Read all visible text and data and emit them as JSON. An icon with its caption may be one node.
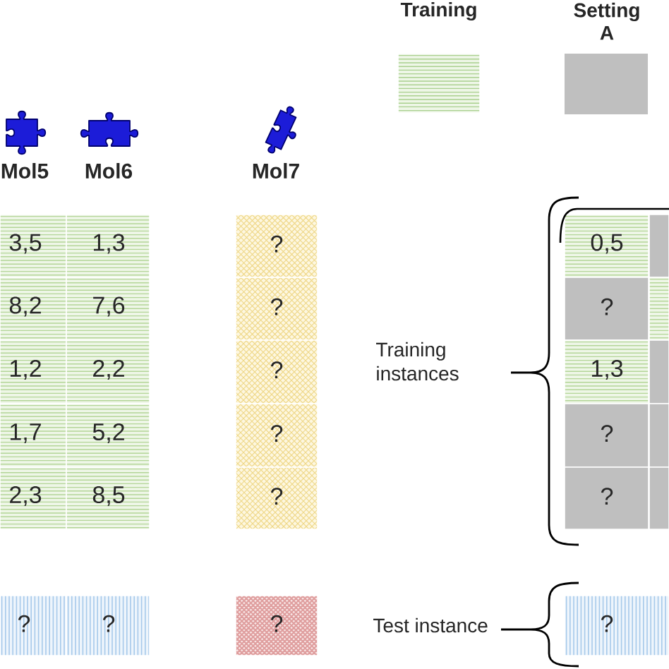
{
  "diagram": {
    "nodes": [
      {
        "text": [
          "3,5"
        ]
      },
      {
        "text": [
          "1,3"
        ]
      },
      {
        "text": [
          "?"
        ]
      },
      {
        "text": [
          "0,5"
        ]
      },
      {
        "text": [],
        "shape": "box"
      },
      {
        "text": [
          "8,2"
        ]
      },
      {
        "text": [
          "7,6"
        ]
      },
      {
        "text": [
          "?"
        ]
      },
      {
        "text": [
          "?"
        ]
      },
      {
        "text": [],
        "shape": "box"
      },
      {
        "text": [
          "1,2"
        ]
      },
      {
        "text": [
          "2,2"
        ]
      },
      {
        "text": [
          "?"
        ]
      },
      {
        "text": [
          "1,3"
        ]
      },
      {
        "text": [],
        "shape": "box"
      },
      {
        "text": [
          "1,7"
        ]
      },
      {
        "text": [
          "5,2"
        ]
      },
      {
        "text": [
          "?"
        ]
      },
      {
        "text": [
          "?"
        ]
      },
      {
        "text": [],
        "shape": "box"
      },
      {
        "text": [
          "2,3"
        ]
      },
      {
        "text": [
          "8,5"
        ]
      },
      {
        "text": [
          "?"
        ]
      },
      {
        "text": [
          "?"
        ]
      },
      {
        "text": [],
        "shape": "box"
      },
      {
        "text": [
          "?"
        ]
      },
      {
        "text": [
          "?"
        ]
      },
      {
        "text": [
          "?"
        ]
      },
      {
        "text": [
          "?"
        ]
      }
    ],
    "labels": [
      "Mol5",
      "Mol6",
      "Mol7",
      "Training instances",
      "Test instance"
    ],
    "legend": [
      {
        "text": "Training",
        "color": "#a9d08e"
      },
      {
        "text": "Setting A",
        "color": "#bfbfbf"
      }
    ]
  }
}
